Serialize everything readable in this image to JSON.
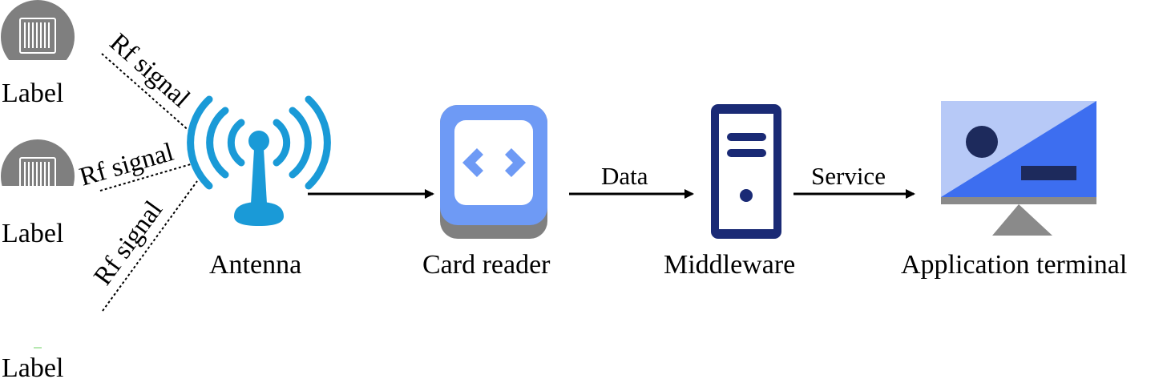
{
  "tags": [
    {
      "label": "Label"
    },
    {
      "label": "Label"
    },
    {
      "label": "Label"
    }
  ],
  "signals": [
    "Rf signal",
    "Rf signal",
    "Rf signal"
  ],
  "nodes": {
    "antenna": "Antenna",
    "card_reader": "Card reader",
    "middleware": "Middleware",
    "terminal": "Application terminal"
  },
  "edges": {
    "data": "Data",
    "service": "Service"
  },
  "colors": {
    "tag_gray": "#7f7f7f",
    "antenna_blue": "#1a9ad7",
    "reader_blue": "#6e9af5",
    "middleware_navy": "#1a2a75",
    "terminal_light": "#b7c9f7",
    "terminal_blue": "#3d6ef0",
    "terminal_dark": "#1d2a5c",
    "stand_gray": "#8a8a8a"
  }
}
